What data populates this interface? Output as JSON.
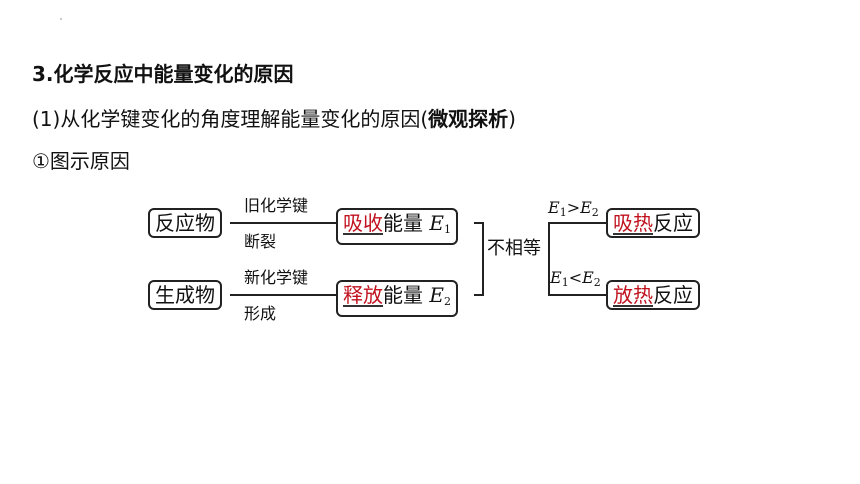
{
  "heading": "3.化学反应中能量变化的原因",
  "subheading": {
    "prefix": "(1)从化学键变化的角度理解能量变化的原因(",
    "bold": "微观探析",
    "suffix": ")"
  },
  "item": "①图示原因",
  "diagram": {
    "reactant": "反应物",
    "product": "生成物",
    "old_bond_top": "旧化学键",
    "old_bond_bottom": "断裂",
    "new_bond_top": "新化学键",
    "new_bond_bottom": "形成",
    "absorb_red": "吸收",
    "absorb_rest": "能量",
    "release_red": "释放",
    "release_rest": "能量",
    "e": "E",
    "e1_sub": "1",
    "e2_sub": "2",
    "unequal": "不相等",
    "cond_greater": ">",
    "cond_less": "<",
    "endo_red": "吸热",
    "endo_rest": "反应",
    "exo_red": "放热",
    "exo_rest": "反应"
  }
}
